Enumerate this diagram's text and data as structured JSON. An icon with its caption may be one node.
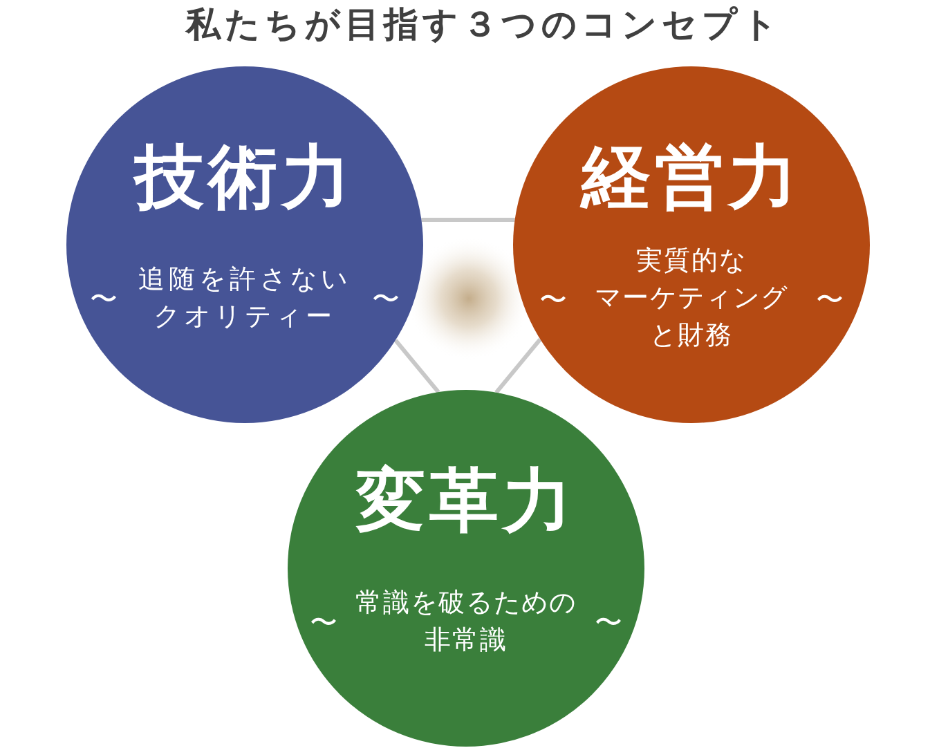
{
  "diagram": {
    "title": "私たちが目指す３つのコンセプト",
    "nodes": [
      {
        "text": [
          "技術力",
          "〜",
          "追随を許さないクオリティー",
          "〜"
        ]
      },
      {
        "text": [
          "経営力",
          "〜",
          "実質的なマーケティングと財務",
          "〜"
        ]
      },
      {
        "text": [
          "変革力",
          "〜",
          "常識を破るための非常識",
          "〜"
        ]
      }
    ],
    "edges": [
      {
        "from": 0,
        "to": 1,
        "arrow": "none"
      },
      {
        "from": 0,
        "to": 2,
        "arrow": "none"
      },
      {
        "from": 1,
        "to": 2,
        "arrow": "none"
      }
    ]
  }
}
